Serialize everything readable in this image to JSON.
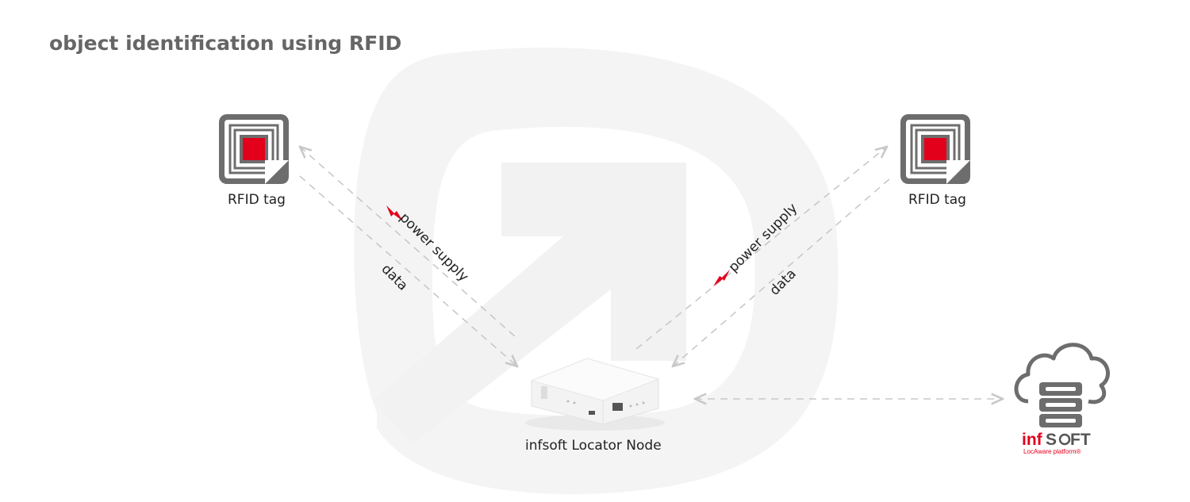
{
  "title": "object identification using RFID",
  "tag_left": {
    "label": "RFID tag"
  },
  "tag_right": {
    "label": "RFID tag"
  },
  "node": {
    "label": "infsoft Locator Node"
  },
  "links": {
    "left_power": "power supply",
    "left_data": "data",
    "right_power": "power supply",
    "right_data": "data"
  },
  "platform": {
    "brand_a": "inf",
    "brand_b": "S",
    "brand_c": "FT",
    "brand_small": "LocAware platform®"
  },
  "colors": {
    "accent": "#e3001b",
    "text": "#222222",
    "title": "#666666",
    "icon_gray": "#6d6d6d",
    "watermark": "#f4f4f4",
    "dash": "#c8c8c8"
  }
}
